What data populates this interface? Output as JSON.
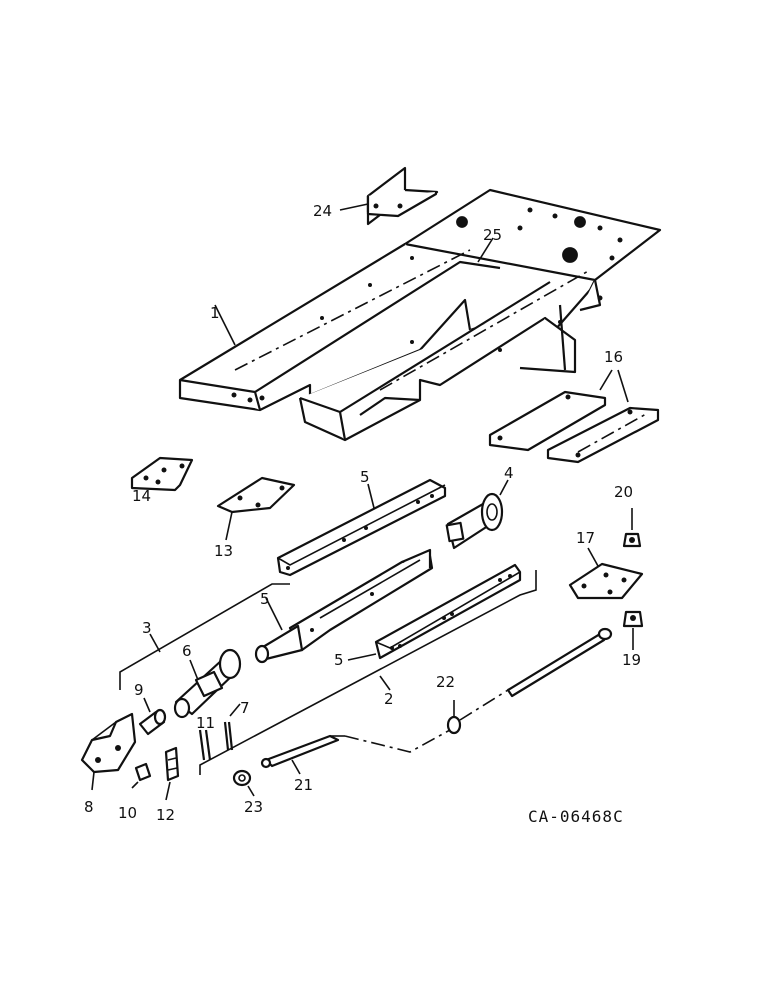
{
  "drawing_code": "CA-06468C",
  "callouts": {
    "p1": "1",
    "p2": "2",
    "p3": "3",
    "p4": "4",
    "p5a": "5",
    "p5b": "5",
    "p5c": "5",
    "p6": "6",
    "p7": "7",
    "p8": "8",
    "p9": "9",
    "p10": "10",
    "p11": "11",
    "p12": "12",
    "p13": "13",
    "p14": "14",
    "p16": "16",
    "p17": "17",
    "p19": "19",
    "p20": "20",
    "p21": "21",
    "p22": "22",
    "p23": "23",
    "p24": "24",
    "p25": "25"
  }
}
